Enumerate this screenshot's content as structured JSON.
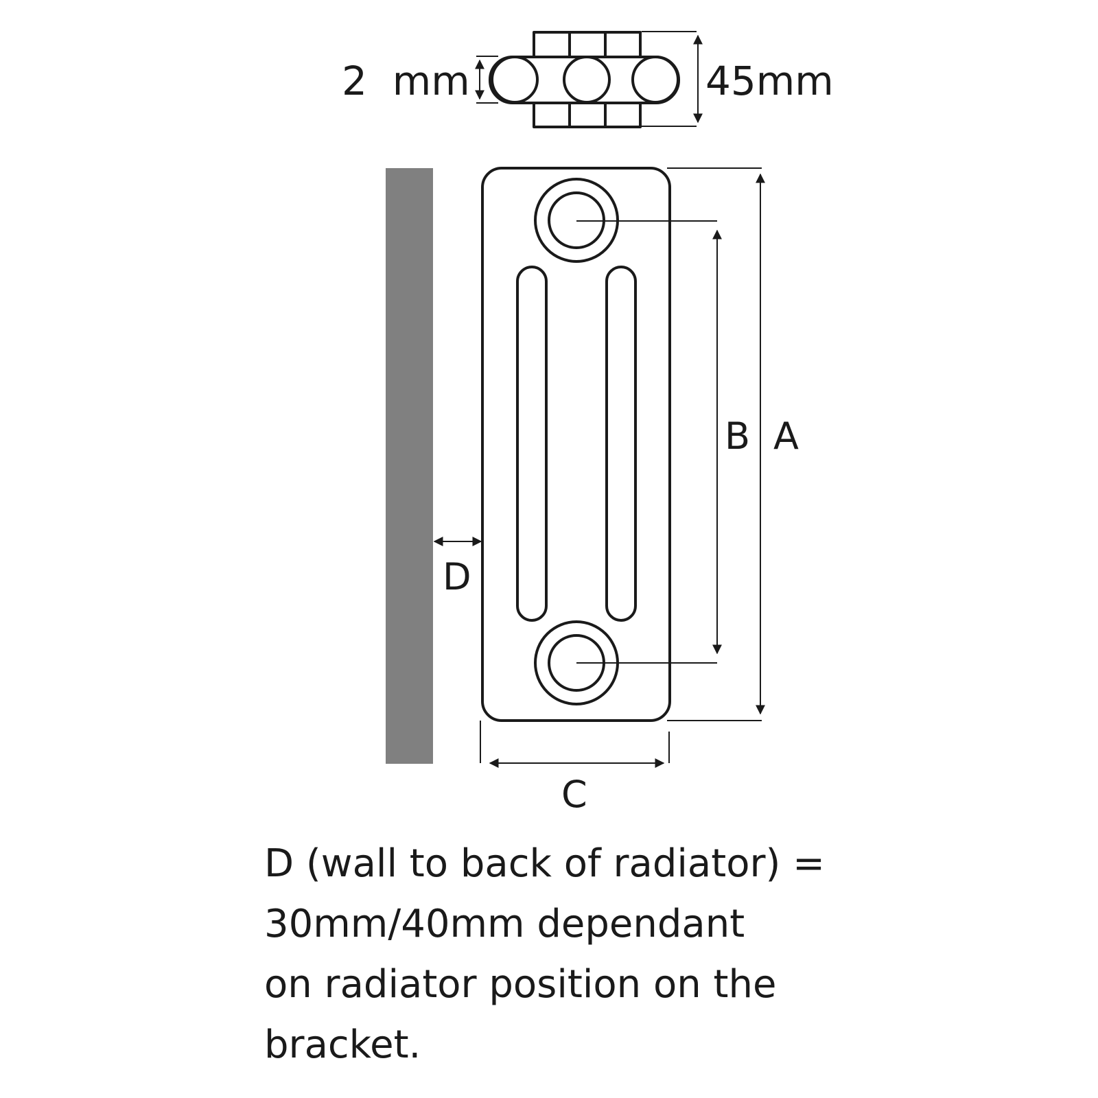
{
  "top_view": {
    "left_dimension": "2  mm",
    "right_dimension": "45mm"
  },
  "front_view": {
    "label_a": "A",
    "label_b": "B",
    "label_c": "C",
    "label_d": "D"
  },
  "colors": {
    "wall": "#808080",
    "lines": "#1a1a1a",
    "background": "#ffffff"
  },
  "caption": {
    "line1": "D (wall to back of radiator) =",
    "line2": "30mm/40mm dependant",
    "line3": "on radiator position on the",
    "line4": "bracket."
  }
}
